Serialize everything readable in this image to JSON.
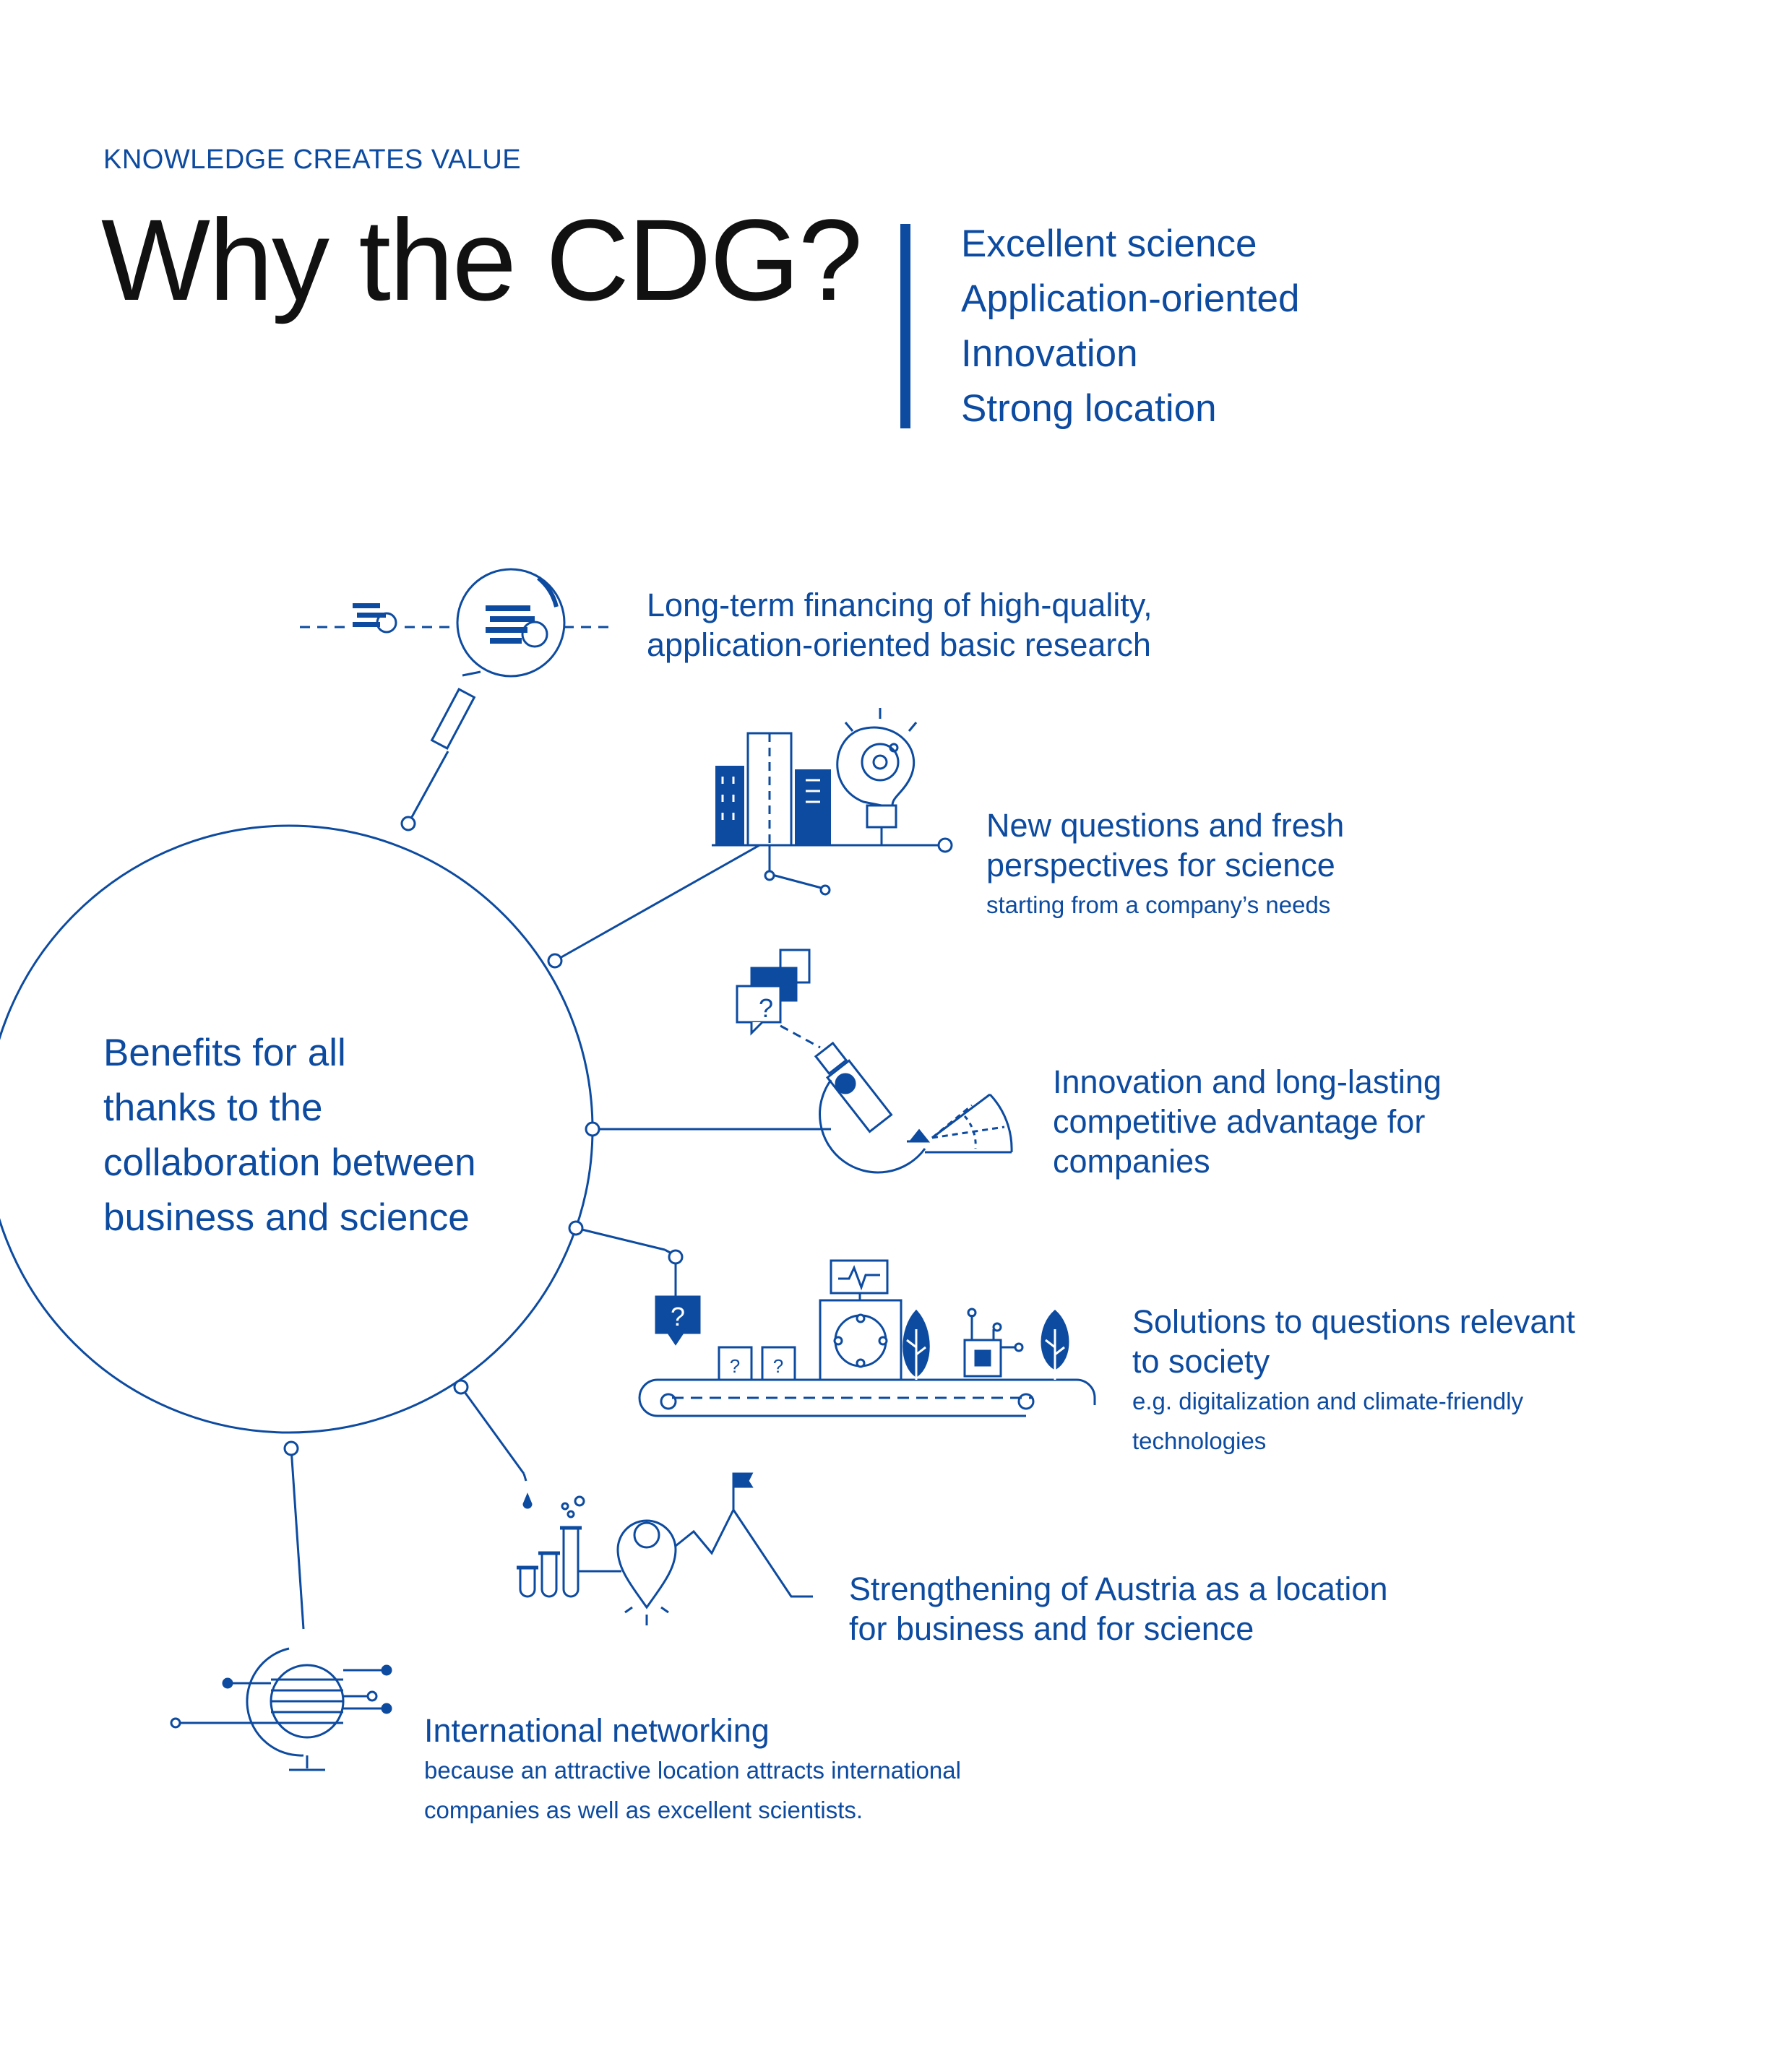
{
  "header": {
    "kicker": "KNOWLEDGE CREATES VALUE",
    "title": "Why the CDG?"
  },
  "keywords": [
    "Excellent science",
    "Application-oriented",
    "Innovation",
    "Strong location"
  ],
  "center": {
    "lines": [
      "Benefits for all",
      "thanks to the",
      "collaboration between",
      "business and science"
    ]
  },
  "benefits": [
    {
      "lines": [
        "Long-term financing of high-quality,",
        "application-oriented basic research"
      ],
      "sub": []
    },
    {
      "lines": [
        "New questions and fresh",
        "perspectives for science"
      ],
      "sub": [
        "starting from a company’s needs"
      ]
    },
    {
      "lines": [
        "Innovation and long-lasting",
        "competitive advantage for",
        "companies"
      ],
      "sub": []
    },
    {
      "lines": [
        "Solutions to questions relevant",
        "to society"
      ],
      "sub": [
        "e.g. digitalization and climate-friendly",
        "technologies"
      ]
    },
    {
      "lines": [
        "Strengthening of Austria as a location",
        "for business and for science"
      ],
      "sub": []
    },
    {
      "lines": [
        "International networking"
      ],
      "sub": [
        "because an attractive location attracts international",
        "companies as well as excellent scientists."
      ]
    }
  ],
  "icon_labels": {
    "question_mark": "?"
  },
  "colors": {
    "accent": "#0d4ba0",
    "title": "#111111",
    "background": "#ffffff"
  },
  "icons": [
    "magnifier-icon",
    "city-lightbulb-icon",
    "microscope-icon",
    "conveyor-icon",
    "location-mountain-icon",
    "globe-icon"
  ]
}
